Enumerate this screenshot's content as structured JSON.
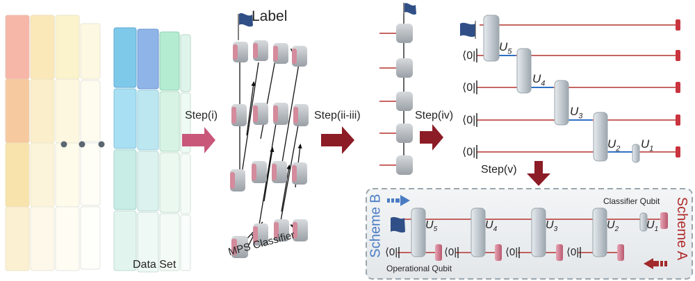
{
  "labels": {
    "label": "Label",
    "data_set": "Data Set",
    "mps_classifier": "MPS Classifier",
    "step_i": "Step(i)",
    "step_ii_iii": "Step(ii-iii)",
    "step_iv": "Step(iv)",
    "step_v": "Step(v)",
    "classifier_qubit": "Classifier Qubit",
    "operational_qubit": "Operational Qubit",
    "scheme_a": "Scheme A",
    "scheme_b": "Scheme B",
    "ket_zero": "⟨0|",
    "unitaries": [
      "U5",
      "U4",
      "U3",
      "U2",
      "U1"
    ],
    "unitary_base": "U",
    "unitary_subs": [
      "5",
      "4",
      "3",
      "2",
      "1"
    ]
  },
  "colors": {
    "arrow_pink": "#c8577a",
    "arrow_dark_red": "#8c1c26",
    "wire_red": "#b3322e",
    "bond_blue": "#2f6fc4",
    "scheme_a_text": "#b02a2a",
    "scheme_b_text": "#4a7cc4",
    "flag_blue": "#2f4f86",
    "panel_border": "#9aa5ad"
  }
}
